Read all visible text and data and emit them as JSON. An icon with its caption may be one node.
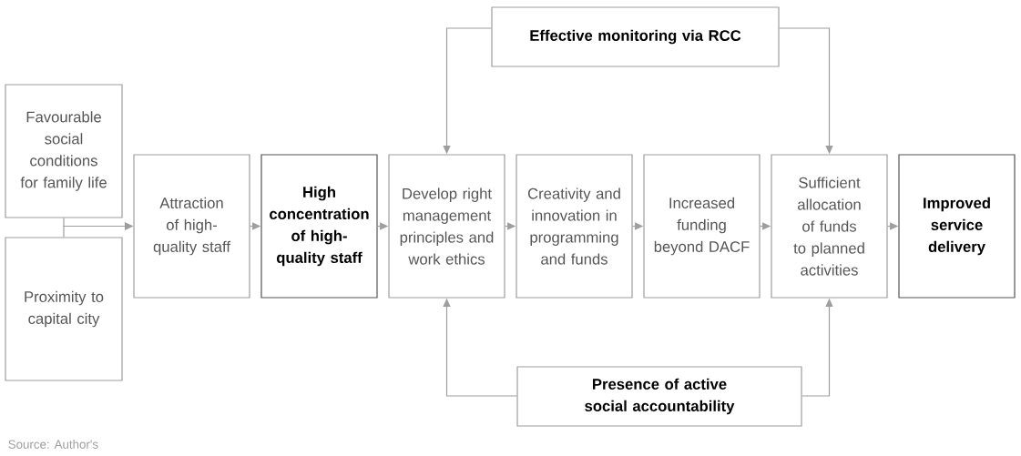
{
  "diagram": {
    "nodes": [
      {
        "text": [
          "Favourable social conditions for family life"
        ]
      },
      {
        "text": [
          "Proximity to capital city"
        ]
      },
      {
        "text": [
          "Attraction of high-quality staff"
        ]
      },
      {
        "text": [
          "High concentration of high-quality staff"
        ]
      },
      {
        "text": [
          "Develop right management principles and work ethics"
        ]
      },
      {
        "text": [
          "Creativity and innovation in programming and funds"
        ]
      },
      {
        "text": [
          "Increased funding beyond DACF"
        ]
      },
      {
        "text": [
          "Sufficient allocation of funds to planned activities"
        ]
      },
      {
        "text": [
          "Improved service delivery"
        ]
      },
      {
        "text": [
          "Effective monitoring via RCC"
        ]
      },
      {
        "text": [
          "Presence of active social accountability"
        ]
      }
    ],
    "edges": [
      {
        "from": 0,
        "to": 2,
        "arrow": "to"
      },
      {
        "from": 1,
        "to": 2,
        "arrow": "to"
      },
      {
        "from": 2,
        "to": 3,
        "arrow": "to"
      },
      {
        "from": 3,
        "to": 4,
        "arrow": "to"
      },
      {
        "from": 4,
        "to": 5,
        "arrow": "to"
      },
      {
        "from": 5,
        "to": 6,
        "arrow": "to"
      },
      {
        "from": 6,
        "to": 7,
        "arrow": "to"
      },
      {
        "from": 7,
        "to": 8,
        "arrow": "to"
      },
      {
        "from": 9,
        "to": 4,
        "arrow": "to"
      },
      {
        "from": 9,
        "to": 7,
        "arrow": "to"
      },
      {
        "from": 10,
        "to": 4,
        "arrow": "to"
      },
      {
        "from": 10,
        "to": 7,
        "arrow": "to"
      }
    ],
    "labels": [
      "Source: Author's"
    ]
  }
}
